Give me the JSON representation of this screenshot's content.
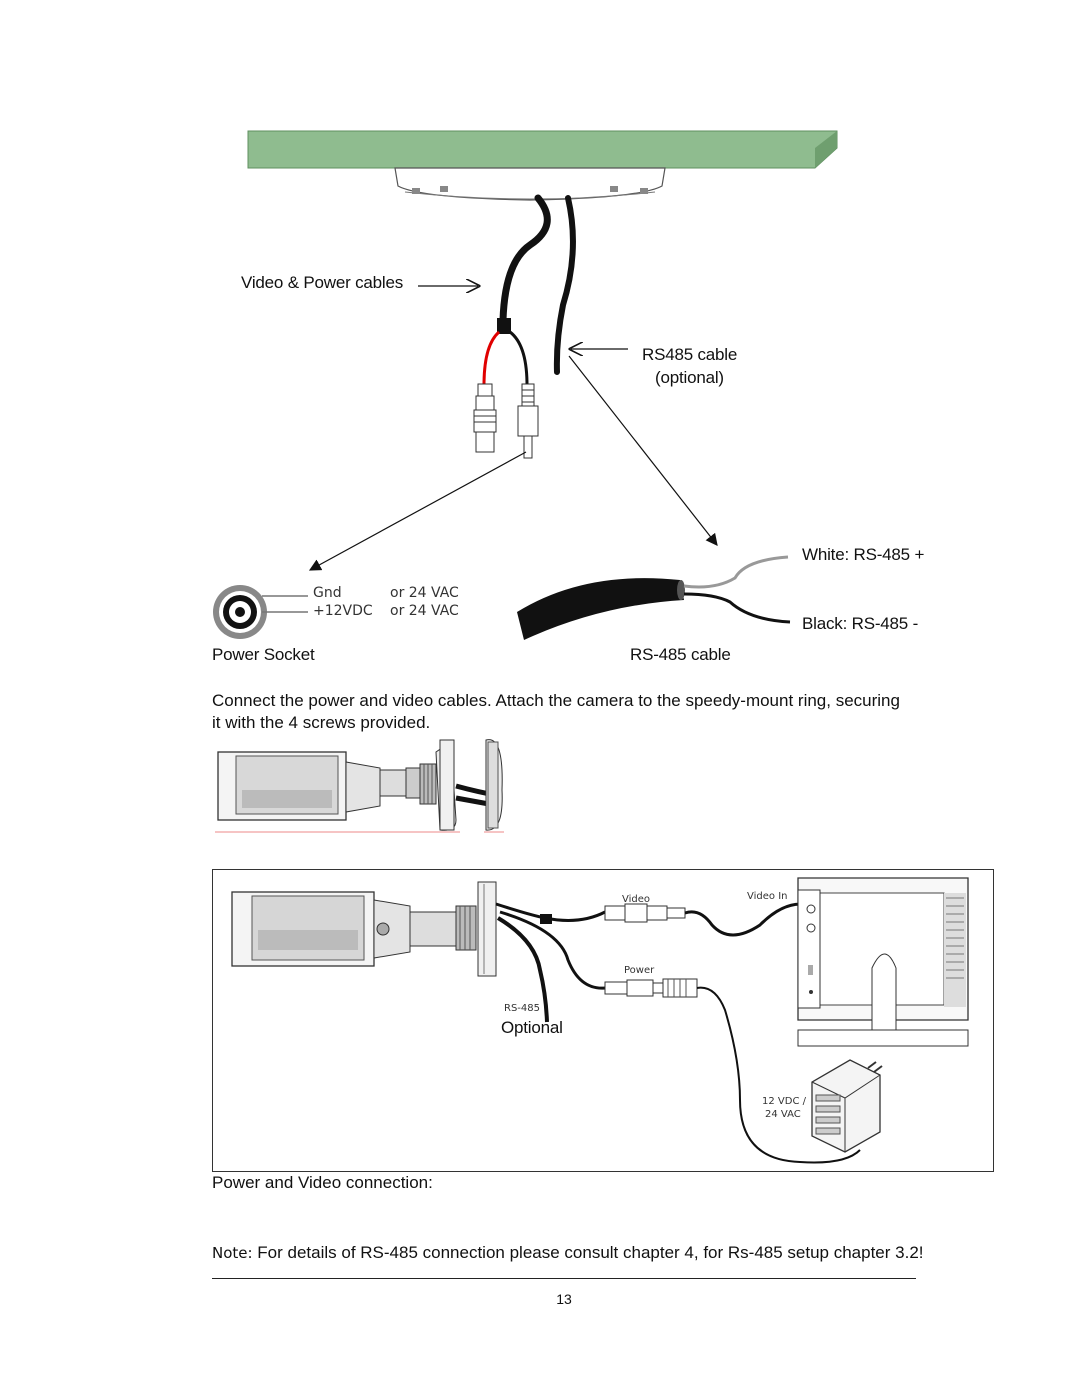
{
  "diagram1": {
    "video_power_label": "Video & Power cables",
    "rs485_label_line1": "RS485 cable",
    "rs485_label_line2": "(optional)",
    "white_label": "White: RS-485 +",
    "black_label": "Black: RS-485 -",
    "socket_gnd": "Gnd",
    "socket_gnd_alt": "or 24 VAC",
    "socket_pos": "+12VDC",
    "socket_pos_alt": "or 24 VAC",
    "power_socket_label": "Power Socket",
    "rs485_cable_label": "RS-485 cable",
    "colors": {
      "mount_plate": "#8fbc8f",
      "power_wire": "#e00000"
    }
  },
  "instruction": "Connect the power and video cables. Attach the camera to the speedy-mount ring, securing it with the 4 screws provided.",
  "diagram2": {
    "video": "Video",
    "video_in": "Video In",
    "power": "Power",
    "rs485": "RS-485",
    "optional": "Optional",
    "supply_line1": "12 VDC /",
    "supply_line2": "24 VAC"
  },
  "caption": "Power and Video connection:",
  "note": {
    "label": "Note:",
    "text": " For details of RS-485 connection please consult chapter 4, for Rs-485 setup chapter 3.2!"
  },
  "page_number": "13"
}
